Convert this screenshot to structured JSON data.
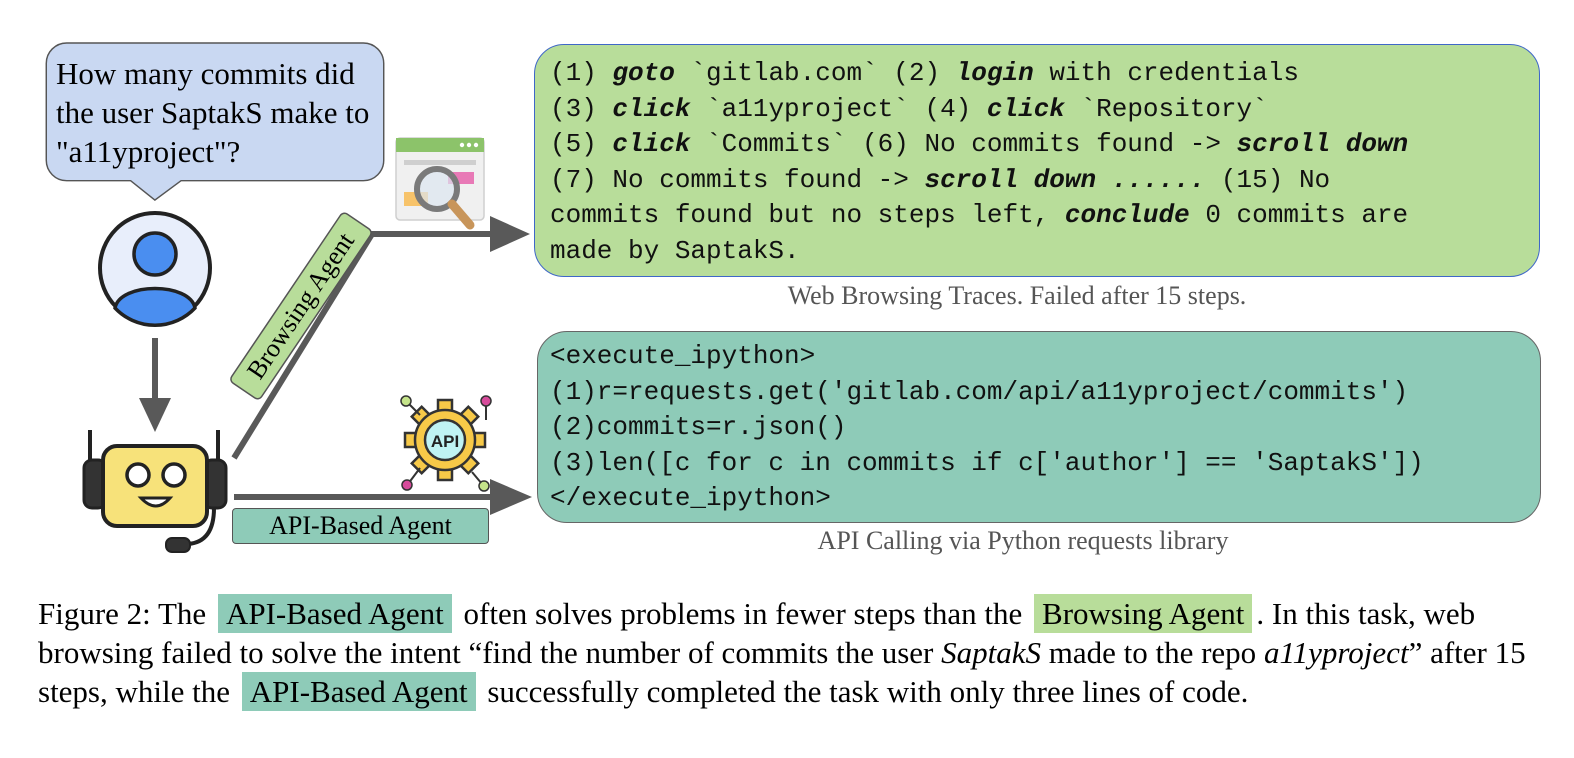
{
  "question": "How many commits did the user SaptakS make to \"a11yproject\"?",
  "browse_trace": [
    {
      "t": "(1) "
    },
    {
      "t": "goto",
      "b": true
    },
    {
      "t": " `gitlab.com` (2) "
    },
    {
      "t": "login",
      "b": true
    },
    {
      "t": " with credentials\n(3) "
    },
    {
      "t": "click",
      "b": true
    },
    {
      "t": " `a11yproject` (4) "
    },
    {
      "t": "click",
      "b": true
    },
    {
      "t": " `Repository`\n(5) "
    },
    {
      "t": "click",
      "b": true
    },
    {
      "t": " `Commits` (6) No commits found -> "
    },
    {
      "t": "scroll down",
      "b": true
    },
    {
      "t": "\n(7) No commits found -> "
    },
    {
      "t": "scroll down ......",
      "b": true
    },
    {
      "t": " (15) No\ncommits found but no steps left, "
    },
    {
      "t": "conclude",
      "b": true
    },
    {
      "t": " 0 commits are\nmade by SaptakS."
    }
  ],
  "browse_caption": "Web Browsing Traces. Failed after 15 steps.",
  "api_code": [
    "<execute_ipython>",
    "(1)r=requests.get('gitlab.com/api/a11yproject/commits')",
    "(2)commits=r.json()",
    "(3)len([c for c in commits if c['author'] == 'SaptakS'])",
    "</execute_ipython>"
  ],
  "api_caption": "API Calling via Python requests library",
  "browsing_agent_label": "Browsing Agent",
  "api_agent_label": "API-Based Agent",
  "api_icon_text": "API",
  "caption_parts": [
    {
      "t": "Figure 2: The "
    },
    {
      "t": "API-Based Agent",
      "hl": "api"
    },
    {
      "t": " often solves problems in fewer steps than the "
    },
    {
      "t": "Browsing Agent",
      "hl": "browse"
    },
    {
      "t": ". In this task, web browsing failed to solve the intent “find the number of commits the user "
    },
    {
      "t": "SaptakS",
      "i": true
    },
    {
      "t": " made to the repo "
    },
    {
      "t": "a11yproject",
      "i": true
    },
    {
      "t": "” after 15 steps, while the "
    },
    {
      "t": "API-Based Agent",
      "hl": "api"
    },
    {
      "t": " successfully completed the task with only three lines of code."
    }
  ],
  "colors": {
    "browse_green": "#b8dd9a",
    "api_teal": "#8ecbb8",
    "bubble_blue": "#c9d8f2",
    "arrow_gray": "#595959",
    "user_blue": "#4a8ef0",
    "robot_yellow": "#f7e27a"
  },
  "icons": [
    "speech-bubble-icon",
    "user-icon",
    "robot-icon",
    "browser-search-icon",
    "api-gear-icon"
  ]
}
